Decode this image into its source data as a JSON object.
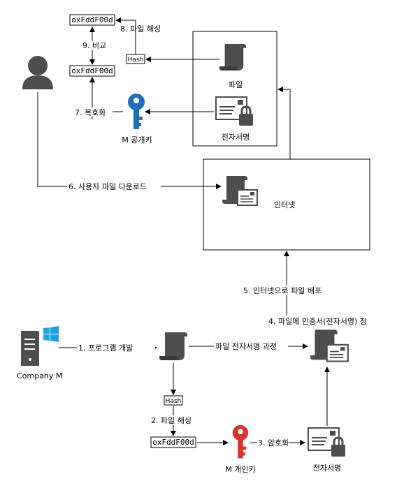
{
  "diagram": {
    "hash_value": "oxFddF00d",
    "hash_box_label": "Hash",
    "nodes": {
      "file": "파일",
      "signature": "전자서명",
      "public_key": "M 공개키",
      "private_key": "M 개인키",
      "internet": "인터넷",
      "company": "Company M",
      "signature_bottom": "전자서명"
    },
    "steps": {
      "s1": "1. 프로그램 개발",
      "s2": "2. 파일 해싱",
      "s3": "3. 암호화",
      "s4": "4. 파일에 인증서(전자서명) 첨",
      "s5": "5. 인터넷으로 파일 배포",
      "s6": "6. 사용자 파일 다운로드",
      "s7": "7. 복호화",
      "s8": "8. 파일 해싱",
      "s9": "9. 비교",
      "sign_process": "파일 전자서명 과정"
    },
    "colors": {
      "icon_dark": "#4d4d4d",
      "public_key": "#1f6fb5",
      "private_key": "#d9342b",
      "windows_logo": "#1ba1e2"
    },
    "icons": [
      "user-icon",
      "document-scroll-icon",
      "certificate-lock-icon",
      "key-icon",
      "server-icon",
      "windows-logo-icon",
      "scroll-certificate-icon"
    ]
  }
}
